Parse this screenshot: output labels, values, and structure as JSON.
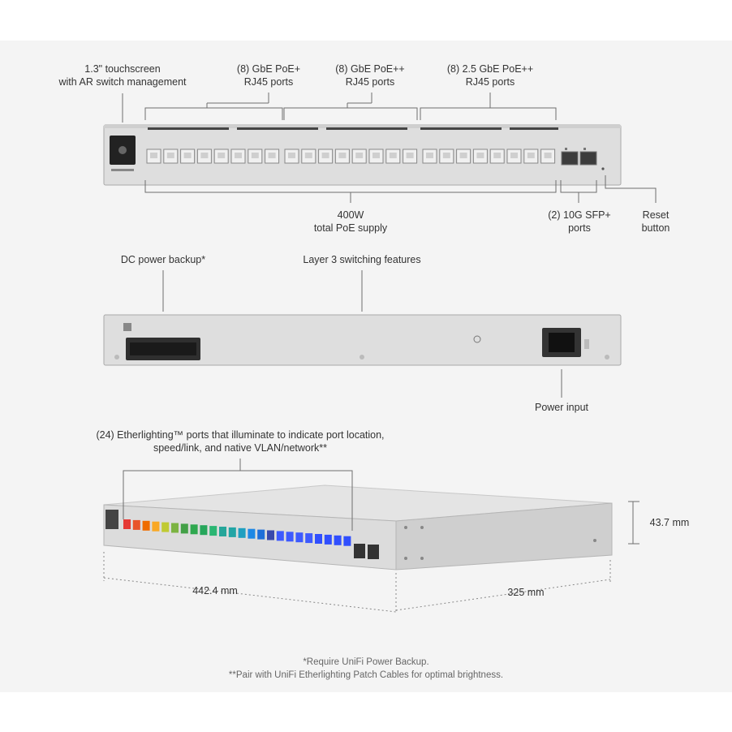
{
  "colors": {
    "background": "#f4f4f4",
    "device_body": "#dedede",
    "device_edge": "#a9a9a9",
    "callout_line": "#6e6e6e",
    "text": "#333333"
  },
  "front_view": {
    "callouts": {
      "touchscreen": [
        "1.3\" touchscreen",
        "with AR switch management"
      ],
      "gbe_poe_plus": [
        "(8) GbE PoE+",
        "RJ45 ports"
      ],
      "gbe_poe_plusplus": [
        "(8) GbE PoE++",
        "RJ45 ports"
      ],
      "ge25_poe_plusplus": [
        "(8) 2.5 GbE PoE++",
        "RJ45 ports"
      ],
      "poe_supply": [
        "400W",
        "total PoE supply"
      ],
      "sfp_ports": [
        "(2) 10G SFP+",
        "ports"
      ],
      "reset": [
        "Reset",
        "button"
      ]
    }
  },
  "rear_view": {
    "callouts": {
      "dc_power": "DC power backup*",
      "layer3": "Layer 3 switching features",
      "power_input": "Power input"
    }
  },
  "iso_view": {
    "callouts": {
      "etherlighting": [
        "(24) Etherlighting™ ports that illuminate to indicate port location,",
        "speed/link, and native VLAN/network**"
      ]
    },
    "dimensions": {
      "width": "442.4 mm",
      "depth": "325 mm",
      "height": "43.7 mm"
    }
  },
  "footnotes": [
    "*Require UniFi Power Backup.",
    "**Pair with UniFi Etherlighting Patch Cables for optimal brightness."
  ]
}
